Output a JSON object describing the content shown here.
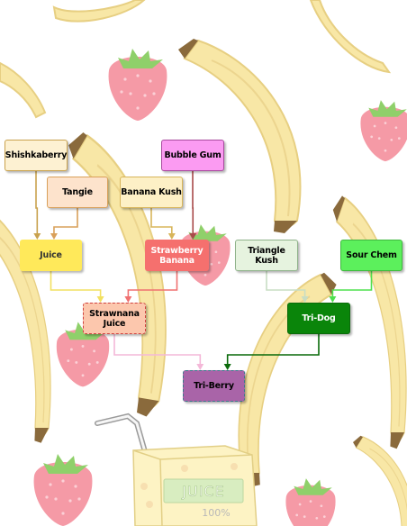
{
  "colors": {
    "background": "#ffffff"
  },
  "decorations": {
    "juice_box_label": "JUICE",
    "juice_box_percent": "100%"
  },
  "nodes": {
    "shishkaberry": {
      "label": "Shishkaberry",
      "fill": "#fdf1d2",
      "border": "#c9a24e",
      "text": "#000000"
    },
    "tangie": {
      "label": "Tangie",
      "fill": "#fde3cc",
      "border": "#d9a05a",
      "text": "#000000"
    },
    "banana_kush": {
      "label": "Banana Kush",
      "fill": "#fdf0c6",
      "border": "#d8b55a",
      "text": "#000000"
    },
    "bubble_gum": {
      "label": "Bubble Gum",
      "fill": "#fb9bf2",
      "border": "#a84a9e",
      "text": "#000000"
    },
    "juice": {
      "label": "Juice",
      "fill": "#ffe95a",
      "border": "#ffe95a",
      "text": "#333333"
    },
    "strawberry_banana": {
      "label": "Strawberry\nBanana",
      "fill": "#f5706e",
      "border": "#f5706e",
      "text": "#ffffff"
    },
    "triangle_kush": {
      "label": "Triangle Kush",
      "fill": "#e6f3df",
      "border": "#8fb38a",
      "text": "#000000"
    },
    "sour_chem": {
      "label": "Sour Chem",
      "fill": "#5cf05c",
      "border": "#3fb83f",
      "text": "#000000"
    },
    "strawnana_juice": {
      "label": "Strawnana\nJuice",
      "fill": "#fcc7ad",
      "border": "#d0413f",
      "text": "#000000"
    },
    "tri_dog": {
      "label": "Tri-Dog",
      "fill": "#0a850a",
      "border": "#0a6a0a",
      "text": "#ffffff"
    },
    "tri_berry": {
      "label": "Tri-Berry",
      "fill": "#a964a8",
      "border": "#3a7a8a",
      "text": "#000000"
    }
  },
  "edges": [
    {
      "from": "shishkaberry",
      "to": "juice",
      "color": "#c9a24e"
    },
    {
      "from": "tangie",
      "to": "juice",
      "color": "#d9a05a"
    },
    {
      "from": "banana_kush",
      "to": "strawberry_banana",
      "color": "#d8b55a"
    },
    {
      "from": "bubble_gum",
      "to": "strawberry_banana",
      "color": "#a84a4a"
    },
    {
      "from": "juice",
      "to": "strawnana_juice",
      "color": "#f2e060"
    },
    {
      "from": "strawberry_banana",
      "to": "strawnana_juice",
      "color": "#f07070"
    },
    {
      "from": "triangle_kush",
      "to": "tri_dog",
      "color": "#c8ddc4"
    },
    {
      "from": "sour_chem",
      "to": "tri_dog",
      "color": "#4ee04e"
    },
    {
      "from": "strawnana_juice",
      "to": "tri_berry",
      "color": "#f4b8d8"
    },
    {
      "from": "tri_dog",
      "to": "tri_berry",
      "color": "#0a6a0a"
    }
  ]
}
